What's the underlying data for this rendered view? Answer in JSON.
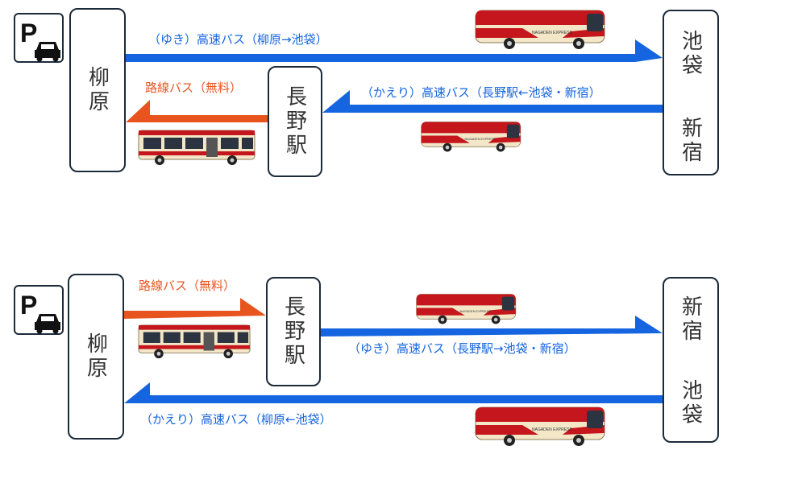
{
  "colors": {
    "blue": "#1565e0",
    "orange": "#e8541e",
    "bus_red": "#c4161c",
    "bus_cream": "#f3e7c8"
  },
  "top": {
    "stop_yanagihara": "柳原",
    "stop_nagano": "長野駅",
    "stop_ikebukuro": "池袋",
    "stop_shinjuku": "新宿",
    "outbound_label": "（ゆき）高速バス（柳原→池袋）",
    "return_label": "（かえり）高速バス（長野駅←池袋・新宿）",
    "local_label": "路線バス（無料）",
    "express_bus_text": "NAGADEN EXPRESS"
  },
  "bottom": {
    "stop_yanagihara": "柳原",
    "stop_nagano": "長野駅",
    "stop_shinjuku": "新宿",
    "stop_ikebukuro": "池袋",
    "local_label": "路線バス（無料）",
    "outbound_label": "（ゆき）高速バス（長野駅→池袋・新宿）",
    "return_label": "（かえり）高速バス（柳原←池袋）",
    "express_bus_text": "NAGADEN EXPRESS"
  },
  "icons": {
    "parking": "parking-car-icon",
    "highway_bus": "highway-bus-icon",
    "city_bus": "city-bus-icon"
  }
}
